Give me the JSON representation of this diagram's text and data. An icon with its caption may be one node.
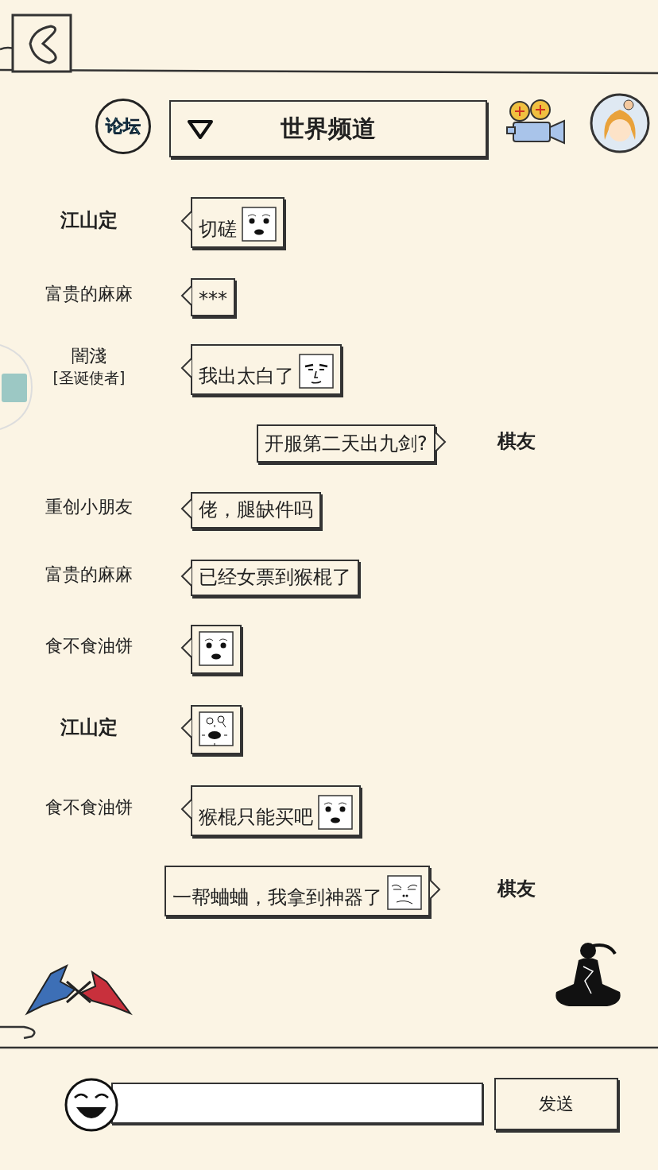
{
  "diagram": {
    "nodes": [
      {
        "text": [
          "论坛"
        ]
      },
      {
        "text": [
          "世界频道"
        ]
      },
      {
        "text": [
          "切磋"
        ],
        "beside": [
          "江山定"
        ]
      },
      {
        "text": [
          "***"
        ],
        "beside": [
          "富贵的麻麻"
        ]
      },
      {
        "text": [
          "我出太白了"
        ],
        "beside": [
          "闇淺",
          "[圣诞使者]"
        ]
      },
      {
        "text": [
          "开服第二天出九剑?"
        ],
        "beside": [
          "棋友"
        ]
      },
      {
        "text": [
          "佬，腿缺件吗"
        ],
        "beside": [
          "重创小朋友"
        ]
      },
      {
        "text": [
          "已经女票到猴棍了"
        ],
        "beside": [
          "富贵的麻麻"
        ]
      },
      {
        "text": [],
        "shape": "picture",
        "beside": [
          "食不食油饼"
        ]
      },
      {
        "text": [],
        "shape": "picture",
        "beside": [
          "江山定"
        ]
      },
      {
        "text": [
          "猴棍只能买吧"
        ],
        "beside": [
          "食不食油饼"
        ]
      },
      {
        "text": [
          "一帮蛐蛐，我拿到神器了"
        ],
        "beside": [
          "棋友"
        ]
      },
      {
        "text": [],
        "shape": "box"
      },
      {
        "text": [
          "发送"
        ]
      }
    ]
  }
}
